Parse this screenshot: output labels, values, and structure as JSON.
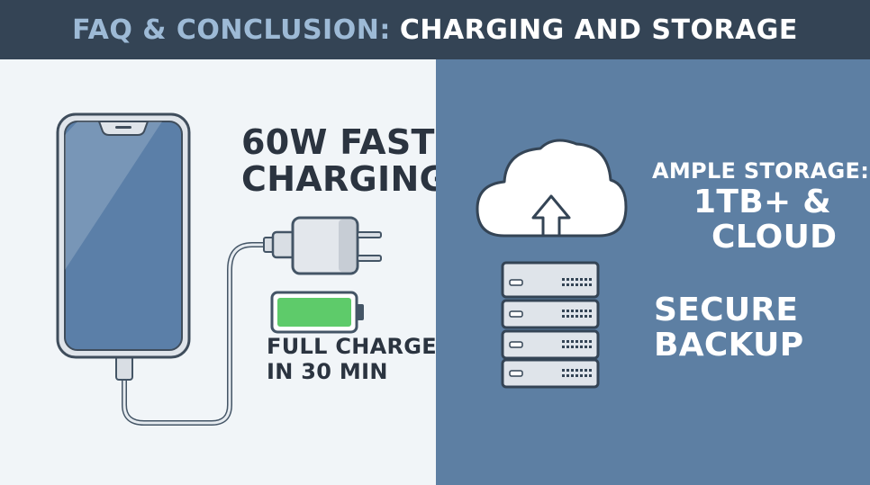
{
  "header": {
    "title_part1": "FAQ & CONCLUSION:",
    "title_part2": "CHARGING AND STORAGE"
  },
  "charging": {
    "headline_line1": "60W FAST",
    "headline_line2": "CHARGING",
    "battery_level": 1.0,
    "caption_line1": "FULL CHARGE",
    "caption_line2": "IN 30 MIN"
  },
  "storage": {
    "headline_line1": "AMPLE STORAGE:",
    "headline_line2": "1TB+ &",
    "headline_line3": "CLOUD",
    "backup_line1": "SECURE",
    "backup_line2": "BACKUP"
  },
  "colors": {
    "header_bg": "#344455",
    "header_accent": "#9dbad6",
    "left_bg": "#f1f5f8",
    "right_bg": "#5d7fa3",
    "battery_fill": "#5ecb6a",
    "phone_screen": "#5b7fa8"
  },
  "icons": [
    "smartphone-icon",
    "charger-plug-icon",
    "battery-icon",
    "cloud-upload-icon",
    "server-stack-icon"
  ]
}
